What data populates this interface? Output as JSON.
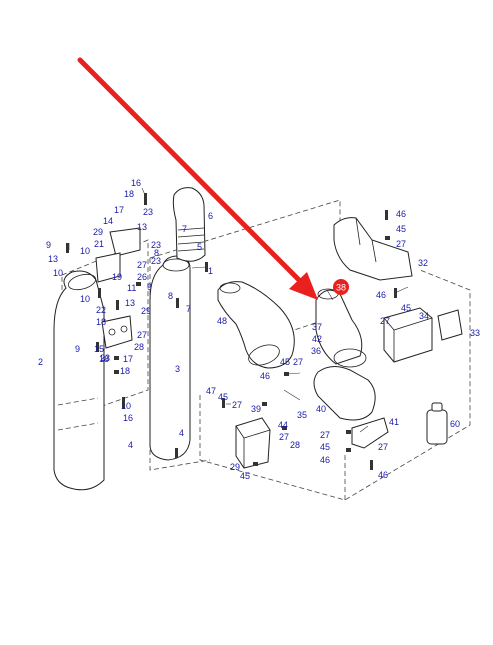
{
  "colors": {
    "callout": "#1a1aa8",
    "arrow": "#e8211f",
    "highlight": "#e8211f",
    "line": "#222222"
  },
  "highlighted_part": "38",
  "callouts": [
    {
      "id": "c16a",
      "text": "16"
    },
    {
      "id": "c18a",
      "text": "18"
    },
    {
      "id": "c17a",
      "text": "17"
    },
    {
      "id": "c23a",
      "text": "23"
    },
    {
      "id": "c14",
      "text": "14"
    },
    {
      "id": "c13a",
      "text": "13"
    },
    {
      "id": "c29a",
      "text": "29"
    },
    {
      "id": "c23b",
      "text": "23"
    },
    {
      "id": "c9a",
      "text": "9"
    },
    {
      "id": "c13b",
      "text": "13"
    },
    {
      "id": "c10a",
      "text": "10"
    },
    {
      "id": "c21",
      "text": "21"
    },
    {
      "id": "c23c",
      "text": "23"
    },
    {
      "id": "c10b",
      "text": "10"
    },
    {
      "id": "c19",
      "text": "19"
    },
    {
      "id": "c27a",
      "text": "27"
    },
    {
      "id": "c26",
      "text": "26"
    },
    {
      "id": "c11",
      "text": "11"
    },
    {
      "id": "c9b",
      "text": "9"
    },
    {
      "id": "c10c",
      "text": "10"
    },
    {
      "id": "c22",
      "text": "22"
    },
    {
      "id": "c18b",
      "text": "18"
    },
    {
      "id": "c13c",
      "text": "13"
    },
    {
      "id": "c29b",
      "text": "29"
    },
    {
      "id": "c27b",
      "text": "27"
    },
    {
      "id": "c9c",
      "text": "9"
    },
    {
      "id": "c15",
      "text": "15"
    },
    {
      "id": "c18c",
      "text": "18"
    },
    {
      "id": "c28a",
      "text": "28"
    },
    {
      "id": "c23d",
      "text": "23"
    },
    {
      "id": "c17b",
      "text": "17"
    },
    {
      "id": "c18d",
      "text": "18"
    },
    {
      "id": "c10d",
      "text": "10"
    },
    {
      "id": "c16b",
      "text": "16"
    },
    {
      "id": "c2",
      "text": "2"
    },
    {
      "id": "c7a",
      "text": "7"
    },
    {
      "id": "c8a",
      "text": "8"
    },
    {
      "id": "c5",
      "text": "5"
    },
    {
      "id": "c6",
      "text": "6"
    },
    {
      "id": "c8b",
      "text": "8"
    },
    {
      "id": "c1",
      "text": "1"
    },
    {
      "id": "c7b",
      "text": "7"
    },
    {
      "id": "c3",
      "text": "3"
    },
    {
      "id": "c4a",
      "text": "4"
    },
    {
      "id": "c4b",
      "text": "4"
    },
    {
      "id": "c46a",
      "text": "46"
    },
    {
      "id": "c45a",
      "text": "45"
    },
    {
      "id": "c27c",
      "text": "27"
    },
    {
      "id": "c32",
      "text": "32"
    },
    {
      "id": "c46b",
      "text": "46"
    },
    {
      "id": "c45b",
      "text": "45"
    },
    {
      "id": "c27d",
      "text": "27"
    },
    {
      "id": "c34",
      "text": "34"
    },
    {
      "id": "c33",
      "text": "33"
    },
    {
      "id": "c48",
      "text": "48"
    },
    {
      "id": "c37",
      "text": "37"
    },
    {
      "id": "c42",
      "text": "42"
    },
    {
      "id": "c36",
      "text": "36"
    },
    {
      "id": "c45c",
      "text": "45"
    },
    {
      "id": "c27e",
      "text": "27"
    },
    {
      "id": "c46c",
      "text": "46"
    },
    {
      "id": "c40",
      "text": "40"
    },
    {
      "id": "c47",
      "text": "47"
    },
    {
      "id": "c45d",
      "text": "45"
    },
    {
      "id": "c27f",
      "text": "27"
    },
    {
      "id": "c39",
      "text": "39"
    },
    {
      "id": "c35",
      "text": "35"
    },
    {
      "id": "c44",
      "text": "44"
    },
    {
      "id": "c27g",
      "text": "27"
    },
    {
      "id": "c28b",
      "text": "28"
    },
    {
      "id": "c29c",
      "text": "29"
    },
    {
      "id": "c45e",
      "text": "45"
    },
    {
      "id": "c41",
      "text": "41"
    },
    {
      "id": "c27h",
      "text": "27"
    },
    {
      "id": "c45f",
      "text": "45"
    },
    {
      "id": "c46d",
      "text": "46"
    },
    {
      "id": "c27i",
      "text": "27"
    },
    {
      "id": "c46e",
      "text": "46"
    },
    {
      "id": "c60",
      "text": "60"
    }
  ]
}
